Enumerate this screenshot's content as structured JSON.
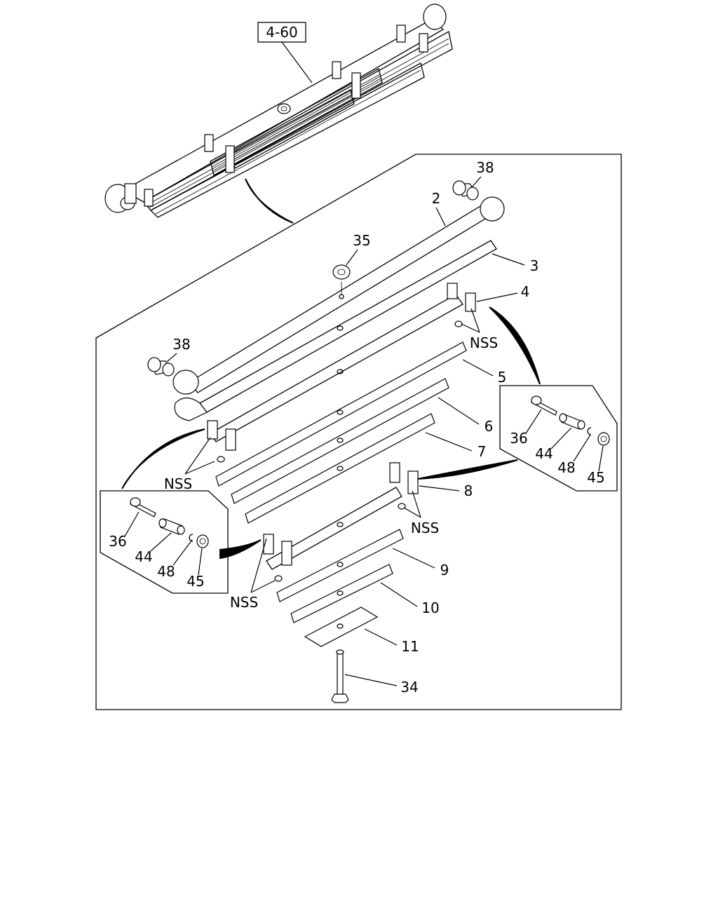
{
  "reference_box": "4-60",
  "labels": {
    "p38_top": "38",
    "p2": "2",
    "p3": "3",
    "p35": "35",
    "p4": "4",
    "nss_4": "NSS",
    "p38_left": "38",
    "p5": "5",
    "p6": "6",
    "p7": "7",
    "nss_left": "NSS",
    "p8": "8",
    "nss_8": "NSS",
    "p9": "9",
    "nss_lower": "NSS",
    "p10": "10",
    "p11": "11",
    "p34": "34"
  },
  "inset_left": {
    "l36": "36",
    "l44": "44",
    "l48": "48",
    "l45": "45"
  },
  "inset_right": {
    "l36": "36",
    "l44": "44",
    "l48": "48",
    "l45": "45"
  }
}
